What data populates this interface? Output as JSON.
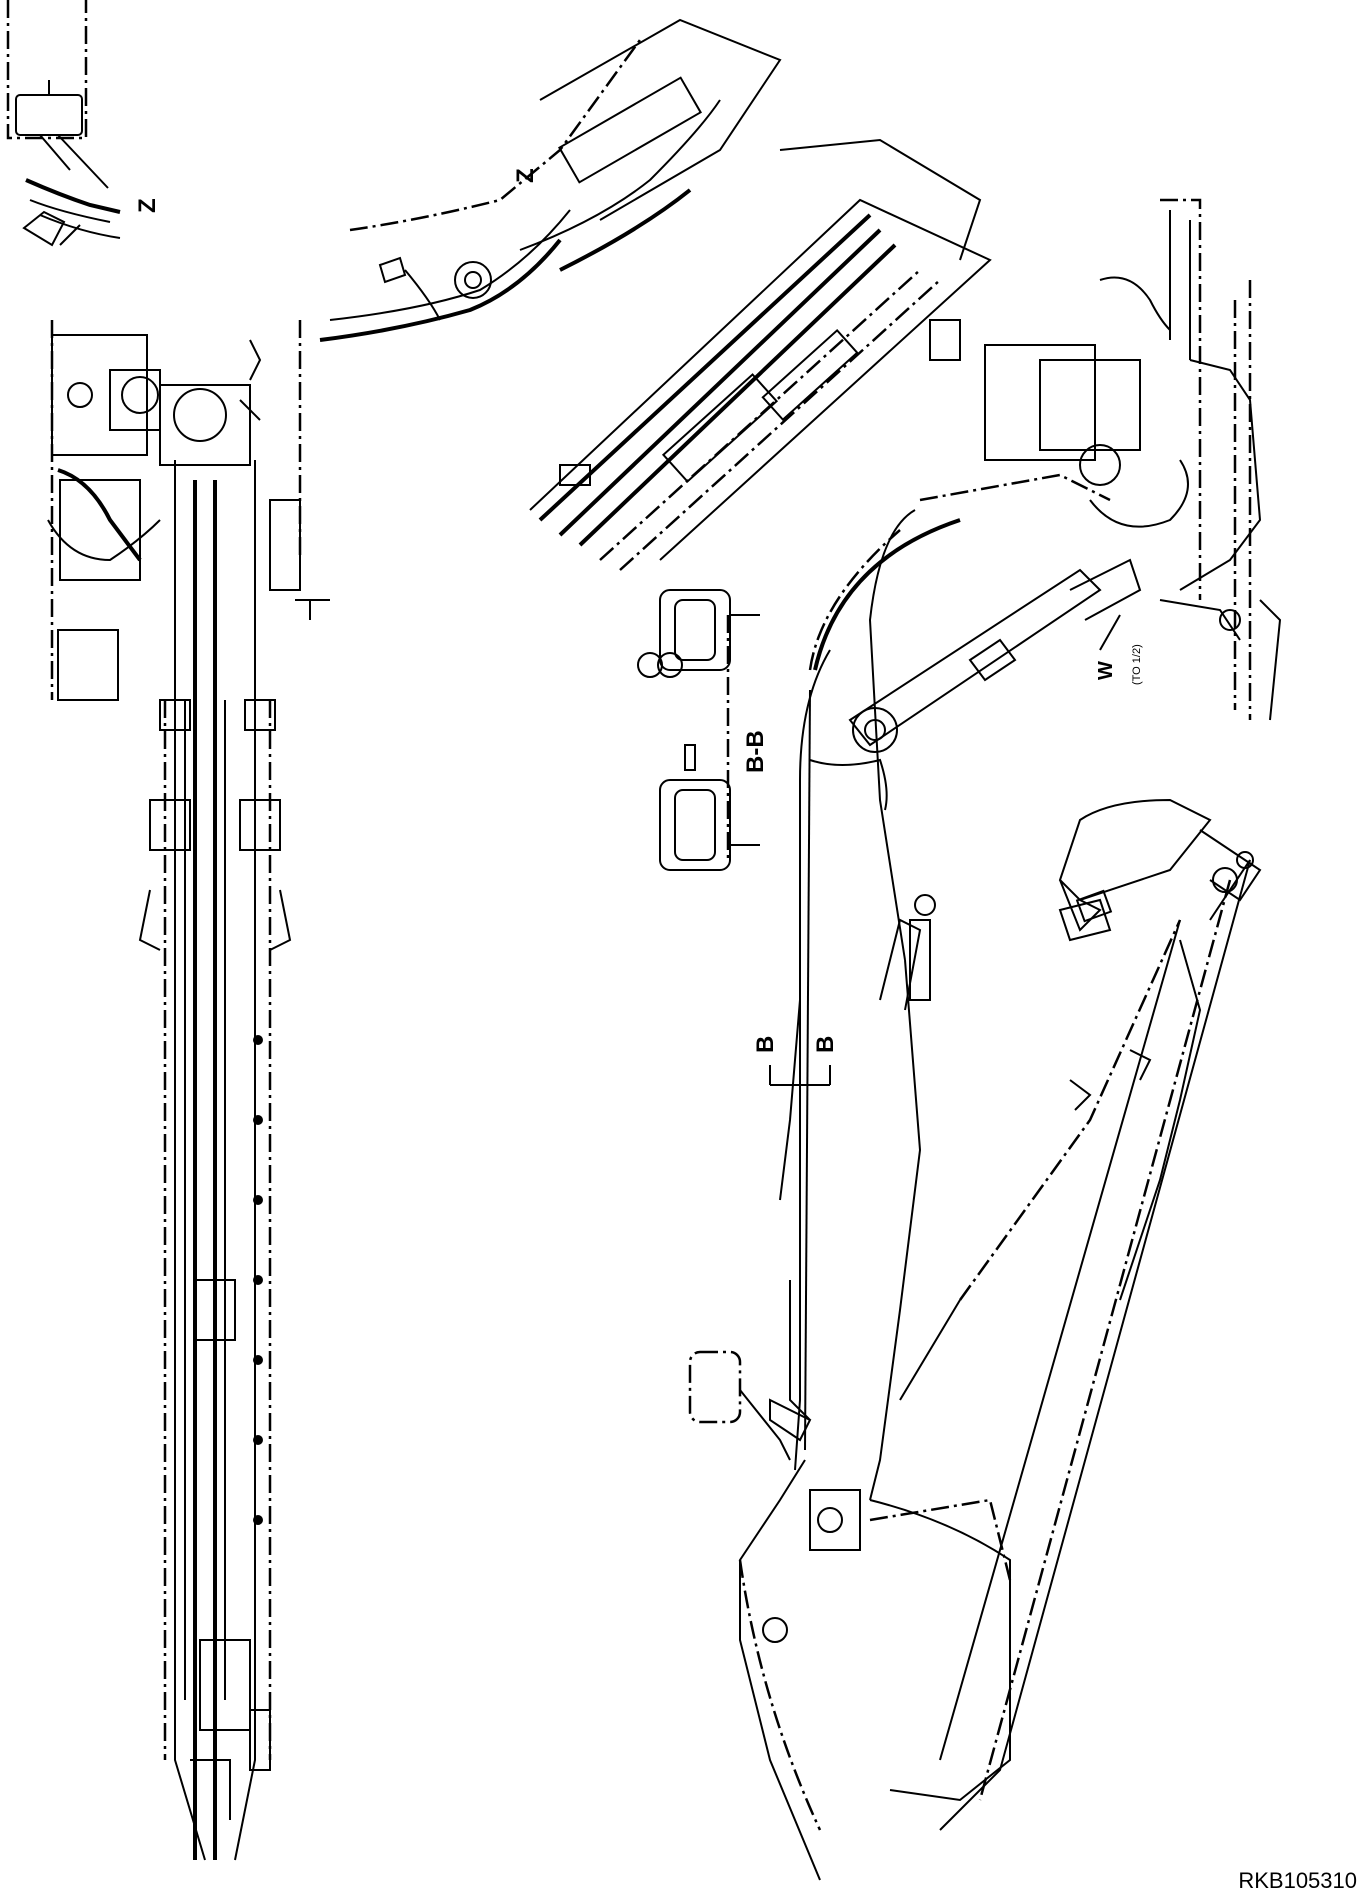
{
  "labels": {
    "view_z_top": "Z",
    "view_z_detail": "Z",
    "section_bb": "B-B",
    "section_marker_left": "B",
    "section_marker_right": "B",
    "view_w": "W",
    "view_w_ref": "(TO 1/2)"
  },
  "drawing_code": "RKB105310"
}
